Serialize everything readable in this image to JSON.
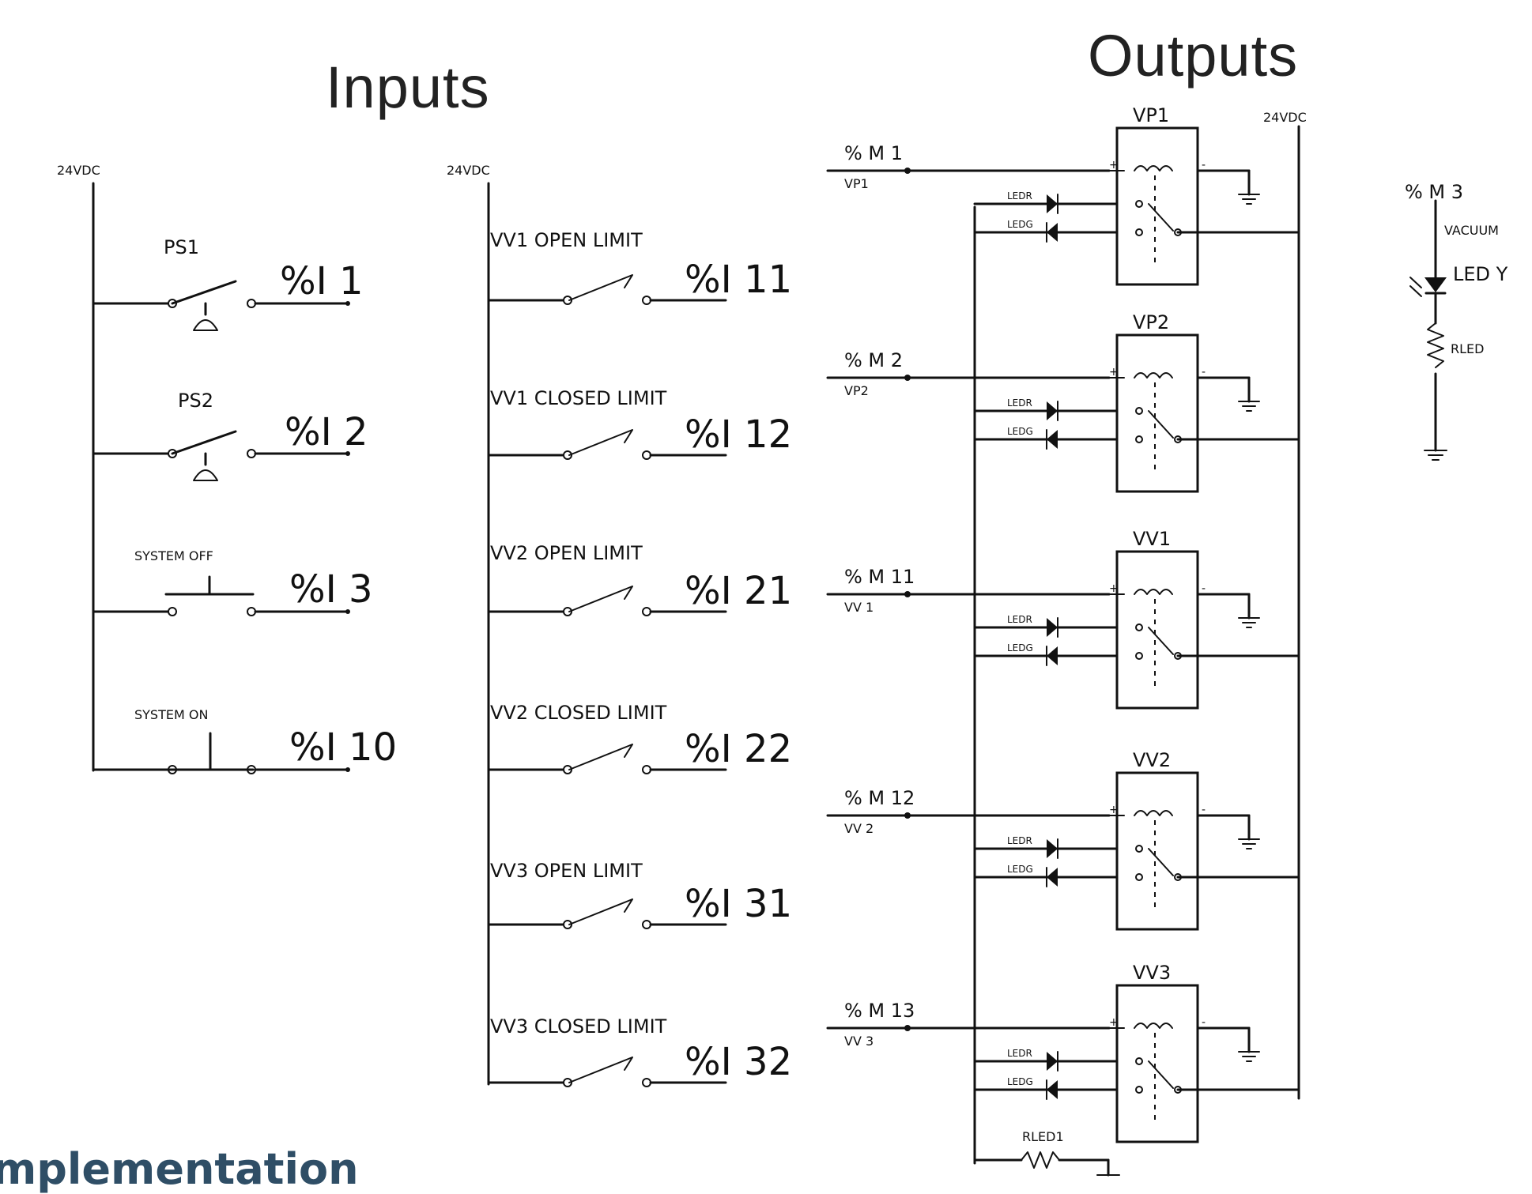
{
  "titles": {
    "inputs": "Inputs",
    "outputs": "Outputs"
  },
  "bottom_label": "mplementation",
  "left_inputs": {
    "supply": "24VDC",
    "items": [
      {
        "device": "PS1",
        "address": "%I 1",
        "kind": "pressure-switch"
      },
      {
        "device": "PS2",
        "address": "%I 2",
        "kind": "pressure-switch"
      },
      {
        "device": "SYSTEM OFF",
        "address": "%I 3",
        "kind": "pushbutton-nc"
      },
      {
        "device": "SYSTEM ON",
        "address": "%I 10",
        "kind": "pushbutton-no"
      }
    ]
  },
  "middle_inputs": {
    "supply": "24VDC",
    "items": [
      {
        "device": "VV1 OPEN LIMIT",
        "address": "%I 11"
      },
      {
        "device": "VV1 CLOSED LIMIT",
        "address": "%I 12"
      },
      {
        "device": "VV2 OPEN LIMIT",
        "address": "%I 21"
      },
      {
        "device": "VV2 CLOSED LIMIT",
        "address": "%I 22"
      },
      {
        "device": "VV3 OPEN LIMIT",
        "address": "%I 31"
      },
      {
        "device": "VV3 CLOSED LIMIT",
        "address": "%I 32"
      }
    ]
  },
  "outputs": {
    "supply": "24VDC",
    "relays": [
      {
        "memory": "% M 1",
        "device": "VP1",
        "relay": "VP1",
        "led_top": "LEDR",
        "led_bottom": "LEDG"
      },
      {
        "memory": "% M 2",
        "device": "VP2",
        "relay": "VP2",
        "led_top": "LEDR",
        "led_bottom": "LEDG"
      },
      {
        "memory": "% M 11",
        "device": "VV 1",
        "relay": "VV1",
        "led_top": "LEDR",
        "led_bottom": "LEDG"
      },
      {
        "memory": "% M 12",
        "device": "VV 2",
        "relay": "VV2",
        "led_top": "LEDR",
        "led_bottom": "LEDG"
      },
      {
        "memory": "% M 13",
        "device": "VV 3",
        "relay": "VV3",
        "led_top": "LEDR",
        "led_bottom": "LEDG"
      }
    ],
    "resistor_label": "RLED1",
    "plus_sign": "+",
    "minus_sign": "-"
  },
  "vacuum_circuit": {
    "memory": "% M 3",
    "device": "VACUUM",
    "led": "LED Y",
    "resistor": "RLED"
  }
}
